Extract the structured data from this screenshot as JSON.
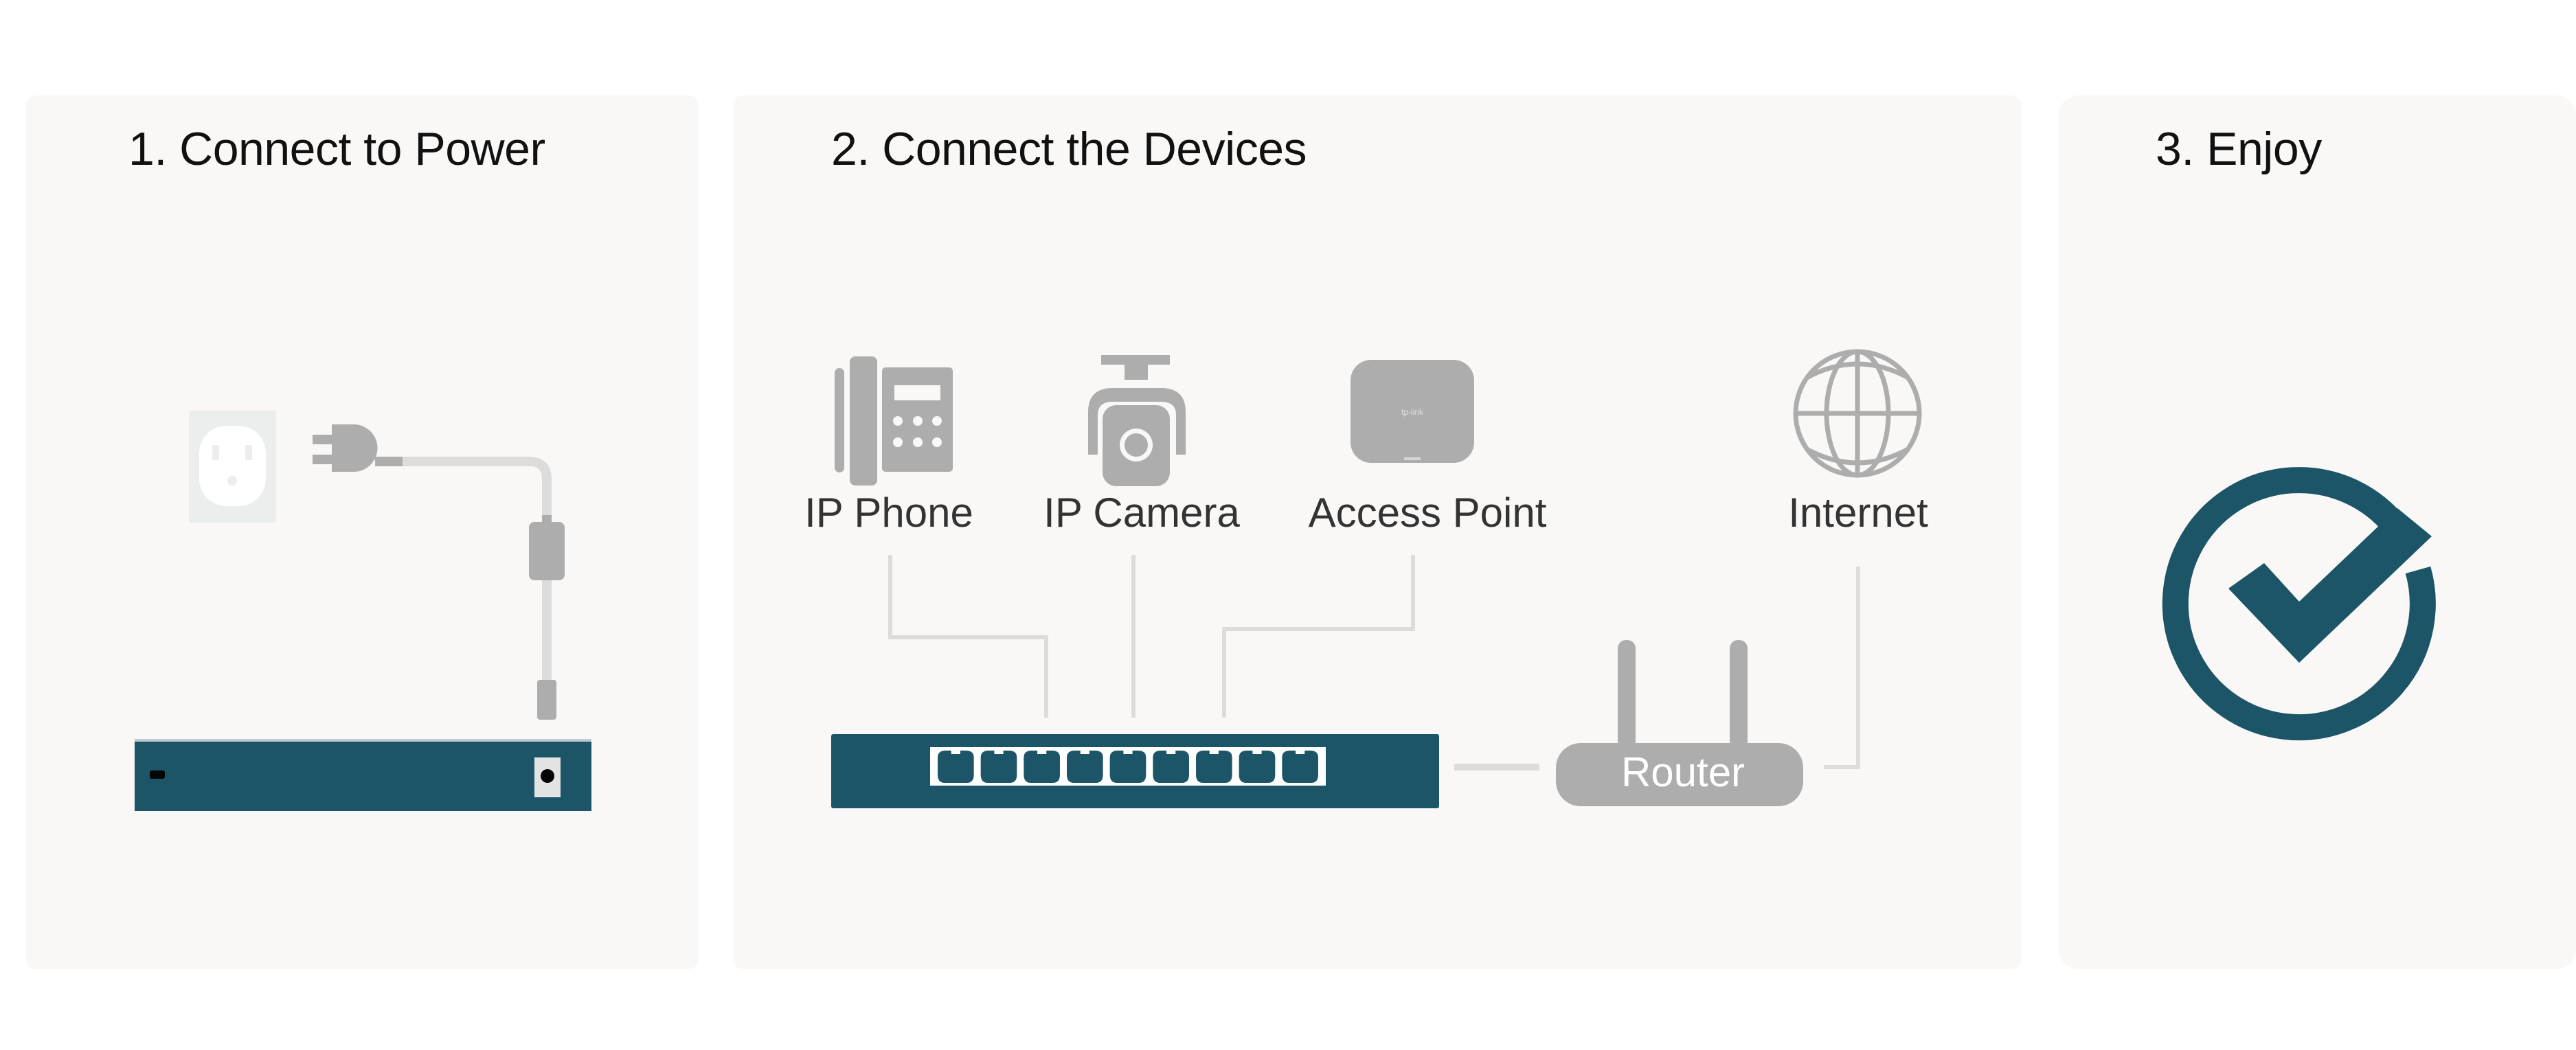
{
  "steps": [
    {
      "number": "1",
      "title": "1. Connect to Power"
    },
    {
      "number": "2",
      "title": "2. Connect the Devices"
    },
    {
      "number": "3",
      "title": "3. Enjoy"
    }
  ],
  "devices": {
    "ip_phone": "IP Phone",
    "ip_camera": "IP Camera",
    "access_point": "Access Point",
    "internet": "Internet",
    "router": "Router"
  },
  "switch": {
    "port_count": 9
  },
  "colors": {
    "brand": "#1b5567",
    "icon_gray": "#adadad",
    "line_gray": "#dcdcdc",
    "panel_bg": "#f9f8f7"
  }
}
